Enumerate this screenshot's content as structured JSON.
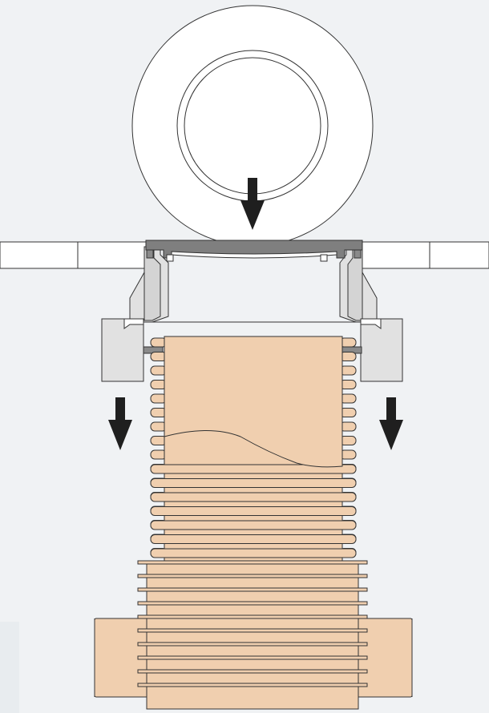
{
  "diagram": {
    "colors": {
      "background": "#f0f2f4",
      "pipe_fill": "#f0cfaf",
      "gray_block": "#e1e1e1",
      "dark_gray": "#8a8a8a",
      "cover": "#7f7f7f",
      "arrow": "#1f1f1f",
      "stroke": "#333333"
    },
    "arrows": [
      {
        "id": "load-arrow",
        "direction": "down"
      },
      {
        "id": "left-arrow",
        "direction": "down"
      },
      {
        "id": "right-arrow",
        "direction": "down"
      }
    ],
    "components": [
      "roller-wheel",
      "road-surface",
      "manhole-cover",
      "adjustable-frame",
      "sliding-collar",
      "corrugated-riser",
      "base-pipe"
    ]
  }
}
